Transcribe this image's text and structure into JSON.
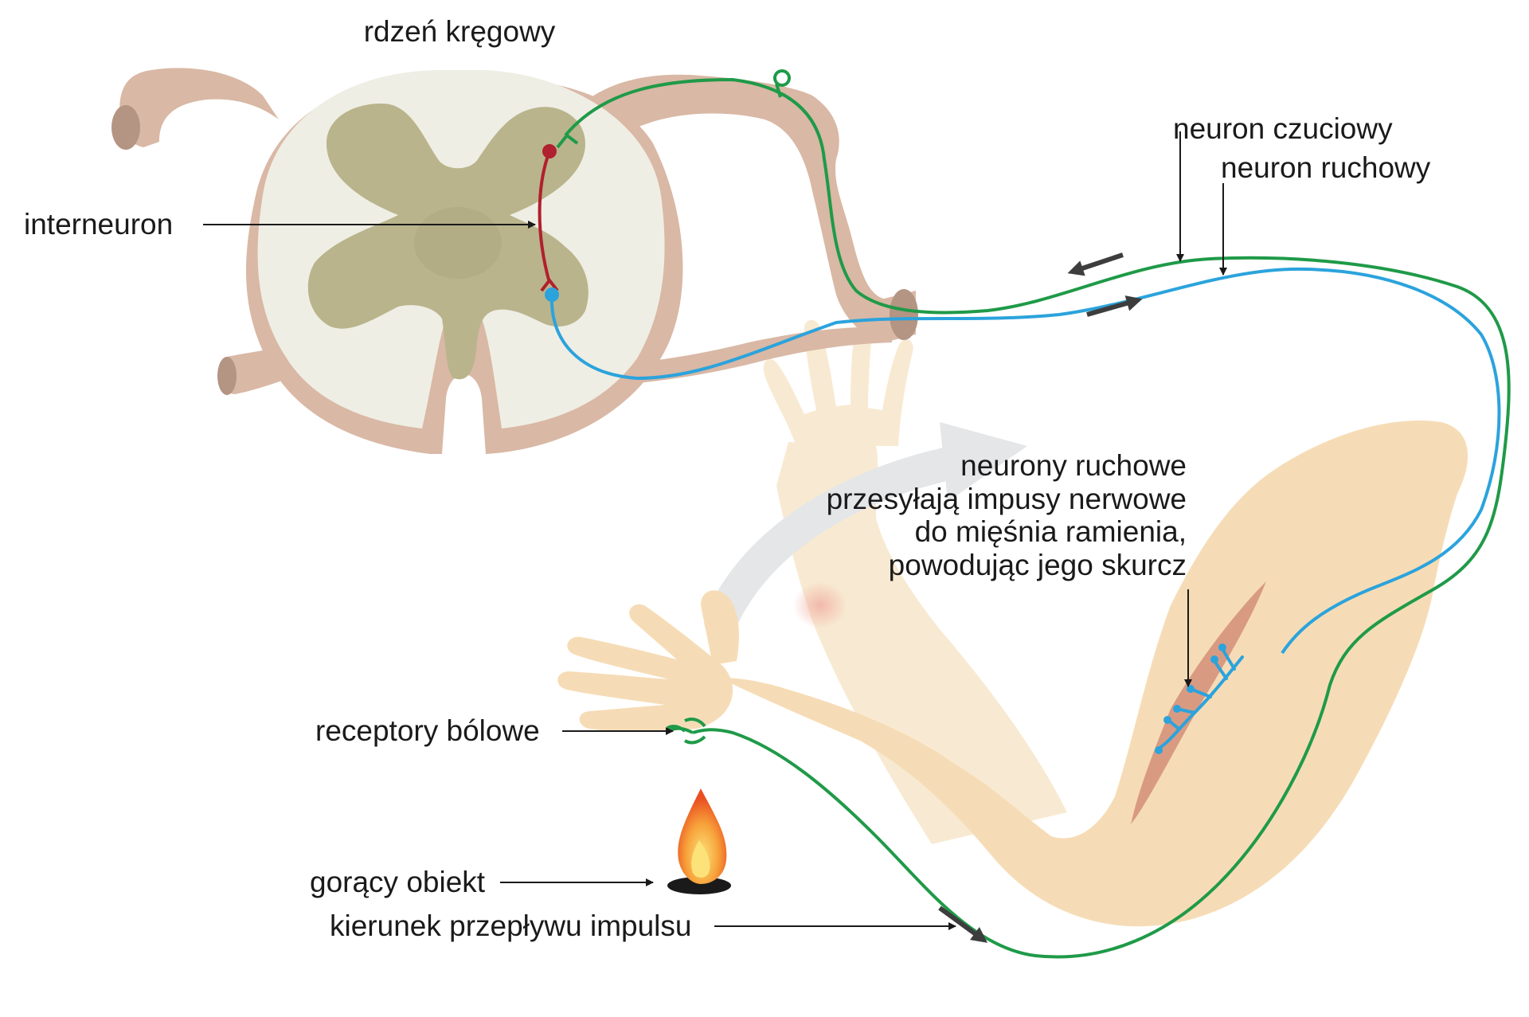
{
  "labels": {
    "spinal_cord": "rdzeń kręgowy",
    "sensory_neuron": "neuron czuciowy",
    "motor_neuron": "neuron ruchowy",
    "interneuron": "interneuron",
    "motor_neurons_note": [
      "neurony ruchowe",
      "przesyłają impusy nerwowe",
      "do mięśnia ramienia,",
      "powodując jego skurcz"
    ],
    "pain_receptors": "receptory bólowe",
    "hot_object": "gorący obiekt",
    "impulse_direction": "kierunek przepływu impulsu"
  },
  "colors": {
    "sensory_neuron": "#1f9a48",
    "motor_neuron": "#2ba3dc",
    "interneuron": "#b0202e",
    "spinal_white_matter": "#efeee4",
    "spinal_grey_matter": "#b9b48c",
    "nerve_roots": "#d9b8a5",
    "skin": "#f6dcb6",
    "muscle": "#d99a82",
    "flame_outer": "#ee5a22",
    "flame_inner": "#fde27a",
    "arrow": "#3d3d3d"
  }
}
